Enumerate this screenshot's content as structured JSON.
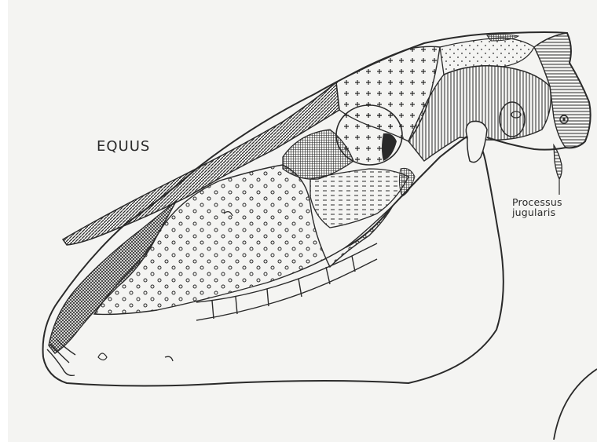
{
  "figure": {
    "genus_label": "EQUUS",
    "annotation": {
      "line1": "Processus",
      "line2": "jugularis"
    }
  },
  "colors": {
    "paper": "#f4f4f2",
    "ink": "#2a2a2a",
    "dark_fill": "#4a4a4a"
  }
}
